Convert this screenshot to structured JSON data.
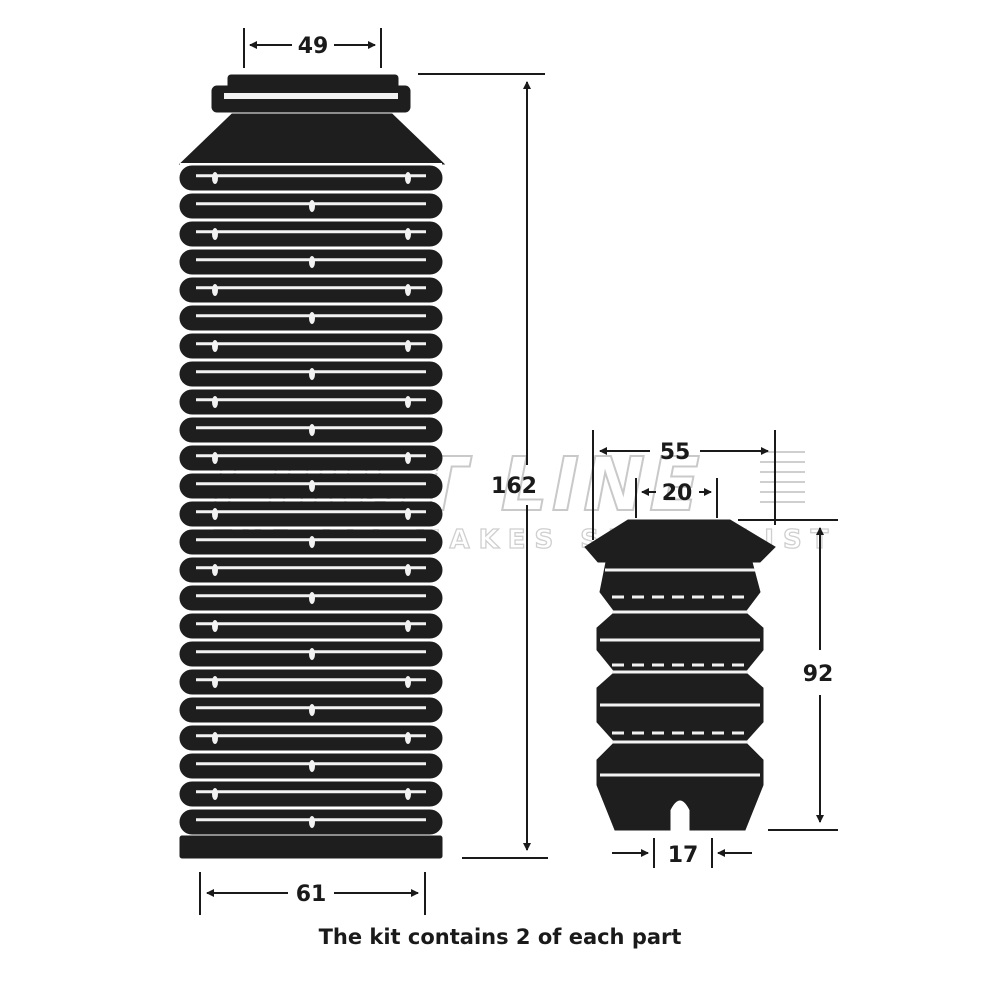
{
  "watermark": {
    "brand": "FIRST LINE",
    "tagline": "THE ALL MAKES SPECIALIST"
  },
  "boot": {
    "top_diameter": "49",
    "length": "162",
    "bottom_diameter": "61"
  },
  "bump_stop": {
    "outer_diameter": "55",
    "inner_diameter": "20",
    "height": "92",
    "slot_width": "17"
  },
  "caption": "The kit contains 2 of each part",
  "colors": {
    "ink": "#1a1a1a",
    "watermark": "#c9c9c9"
  }
}
